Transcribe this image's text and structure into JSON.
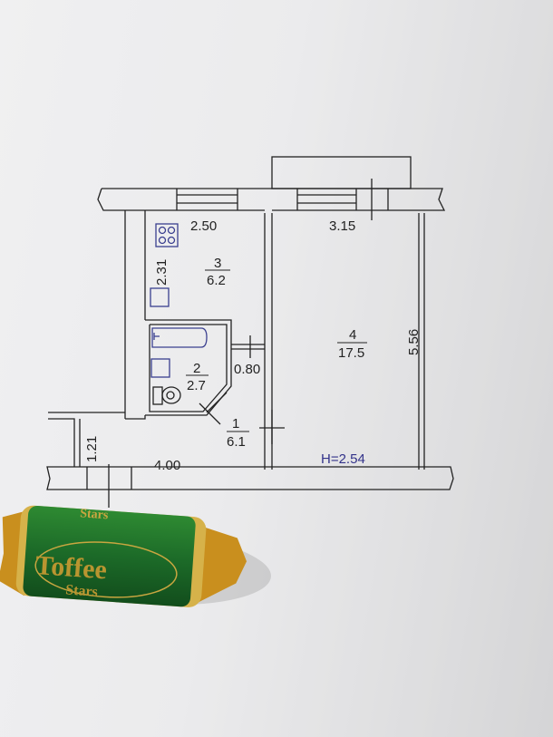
{
  "plan": {
    "rooms": [
      {
        "number": "1",
        "area": "6.1"
      },
      {
        "number": "2",
        "area": "2.7"
      },
      {
        "number": "3",
        "area": "6.2"
      },
      {
        "number": "4",
        "area": "17.5"
      }
    ],
    "dimensions": {
      "kitchen_width": "2.50",
      "room_width": "3.15",
      "kitchen_depth": "2.31",
      "room_depth": "5.56",
      "door_width": "0.80",
      "hall_depth": "1.21",
      "hall_width": "4.00"
    },
    "ceiling_height": "H=2.54"
  },
  "candy": {
    "brand_top": "Stars",
    "brand": "Toffee",
    "brand_sub": "Stars"
  },
  "colors": {
    "line": "#222222",
    "fixture": "#3a3f8f",
    "wrapper_green": "#1f6b2a",
    "wrapper_gold": "#c98f1e"
  }
}
